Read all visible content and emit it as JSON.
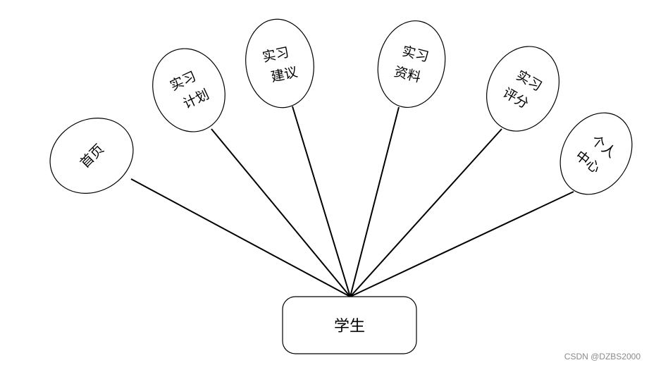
{
  "root": {
    "label": "学生"
  },
  "nodes": [
    {
      "line1": "首页",
      "line2": ""
    },
    {
      "line1": "实习",
      "line2": "计划"
    },
    {
      "line1": "实习",
      "line2": "建议"
    },
    {
      "line1": "实习",
      "line2": "资料"
    },
    {
      "line1": "实习",
      "line2": "评分"
    },
    {
      "line1": "个人",
      "line2": "中心"
    }
  ],
  "watermark": "CSDN @DZBS2000"
}
